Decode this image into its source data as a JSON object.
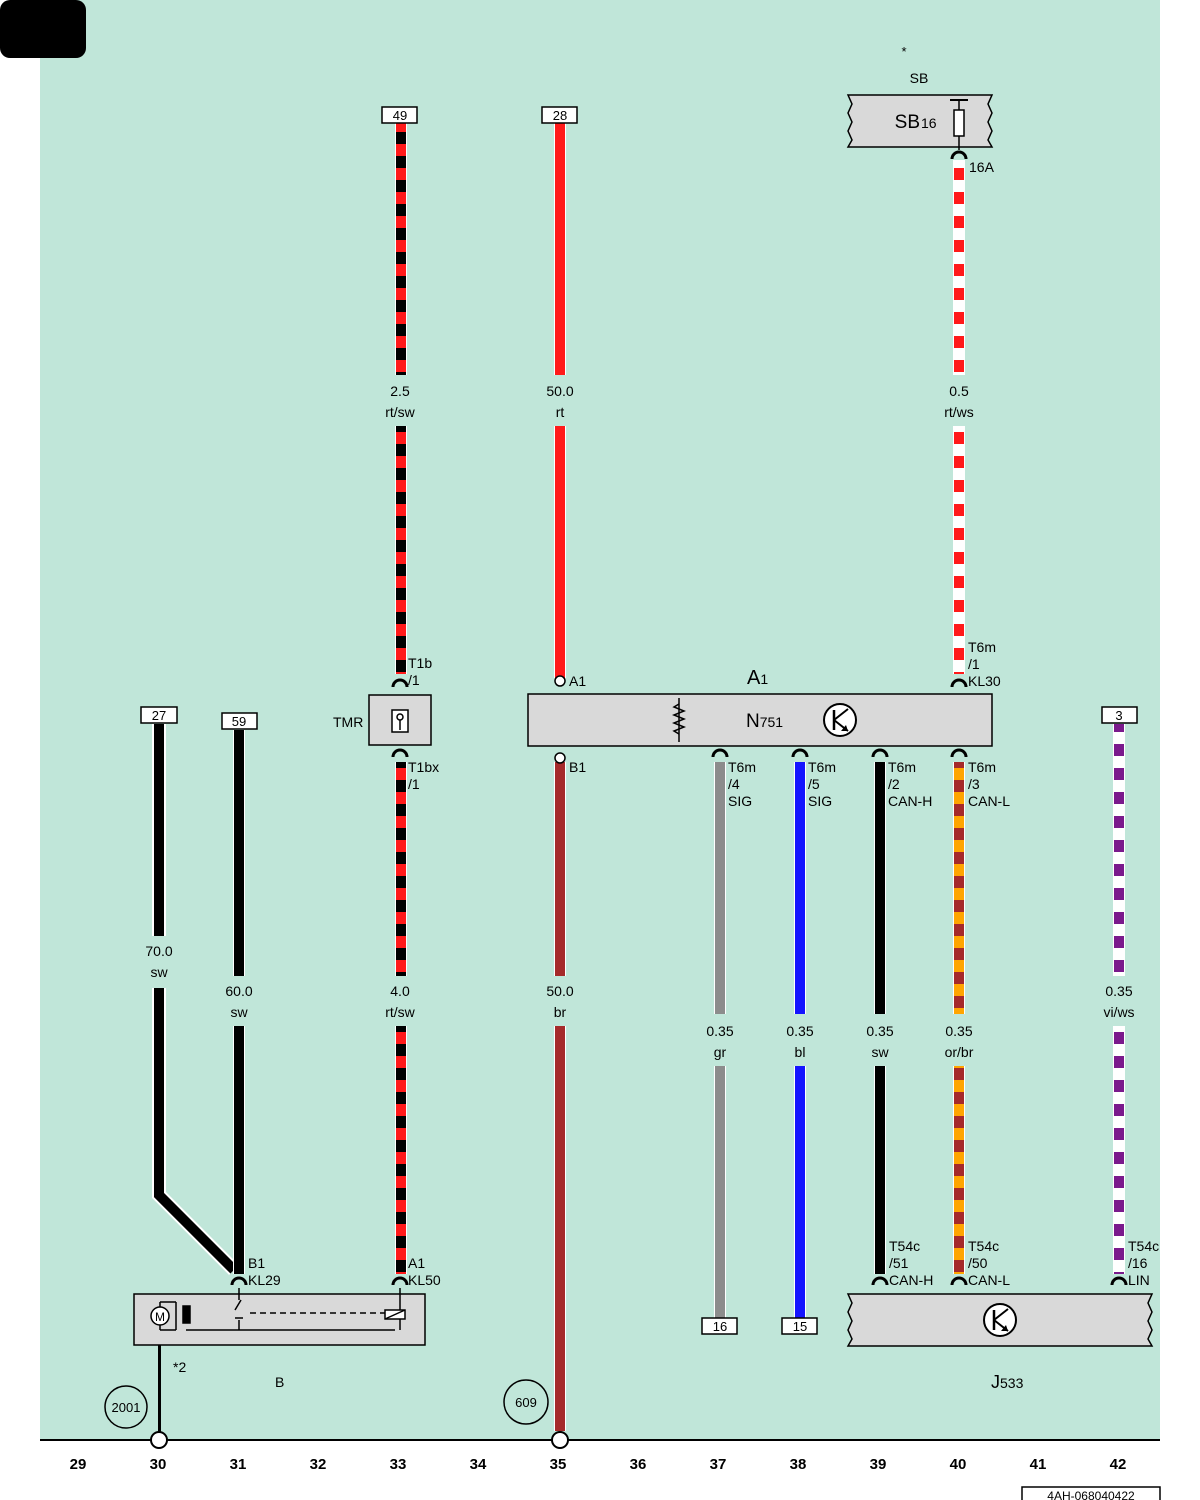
{
  "sheet": {
    "reference": "4AH-068040422",
    "background": "#c0e6d9",
    "columns": [
      "29",
      "30",
      "31",
      "32",
      "33",
      "34",
      "35",
      "36",
      "37",
      "38",
      "39",
      "40",
      "41",
      "42"
    ]
  },
  "refs": {
    "r49": "49",
    "r28": "28",
    "r27": "27",
    "r59": "59",
    "r3": "3",
    "r16": "16",
    "r15": "15",
    "c2001": "2001",
    "c609": "609"
  },
  "wires": {
    "w49": {
      "size": "2.5",
      "color": "rt/sw"
    },
    "w28": {
      "size": "50.0",
      "color": "rt"
    },
    "wsb": {
      "size": "0.5",
      "color": "rt/ws"
    },
    "w27": {
      "size": "70.0",
      "color": "sw"
    },
    "w59": {
      "size": "60.0",
      "color": "sw"
    },
    "w33": {
      "size": "4.0",
      "color": "rt/sw"
    },
    "w35": {
      "size": "50.0",
      "color": "br"
    },
    "w37": {
      "size": "0.35",
      "color": "gr"
    },
    "w38": {
      "size": "0.35",
      "color": "bl"
    },
    "w39": {
      "size": "0.35",
      "color": "sw"
    },
    "w40": {
      "size": "0.35",
      "color": "or/br"
    },
    "w42": {
      "size": "0.35",
      "color": "vi/ws"
    }
  },
  "components": {
    "sb": {
      "star": "*",
      "title": "SB",
      "name": "SB",
      "sub": "16",
      "pin": "16A"
    },
    "tmr": {
      "name": "TMR",
      "pin_top": [
        "T1b",
        "/1"
      ],
      "pin_bottom": [
        "T1bx",
        "/1"
      ]
    },
    "a1": {
      "name": "A",
      "sub": "1",
      "inner": "N",
      "inner_sub": "751",
      "pin_a1": "A1",
      "pin_b1": "B1",
      "pin_kl30": [
        "T6m",
        "/1",
        "KL30"
      ],
      "pin_sig4": [
        "T6m",
        "/4",
        "SIG"
      ],
      "pin_sig5": [
        "T6m",
        "/5",
        "SIG"
      ],
      "pin_canh": [
        "T6m",
        "/2",
        "CAN-H"
      ],
      "pin_canl": [
        "T6m",
        "/3",
        "CAN-L"
      ]
    },
    "b": {
      "name": "B",
      "note": "*2",
      "motor": "M",
      "pin_kl29": [
        "B1",
        "KL29"
      ],
      "pin_kl50": [
        "A1",
        "KL50"
      ]
    },
    "j533": {
      "name": "J",
      "sub": "533",
      "pin_canh": [
        "T54c",
        "/51",
        "CAN-H"
      ],
      "pin_canl": [
        "T54c",
        "/50",
        "CAN-L"
      ],
      "pin_lin": [
        "T54c",
        "/16",
        "LIN"
      ]
    }
  },
  "colors": {
    "red": "#ff1a1a",
    "black": "#000000",
    "white": "#ffffff",
    "brown": "#a52a2a",
    "gray": "#8c8c8c",
    "blue": "#1414ff",
    "orange": "#ffa500",
    "violet": "#7a1a8c",
    "component_fill": "#d9d9d9"
  }
}
